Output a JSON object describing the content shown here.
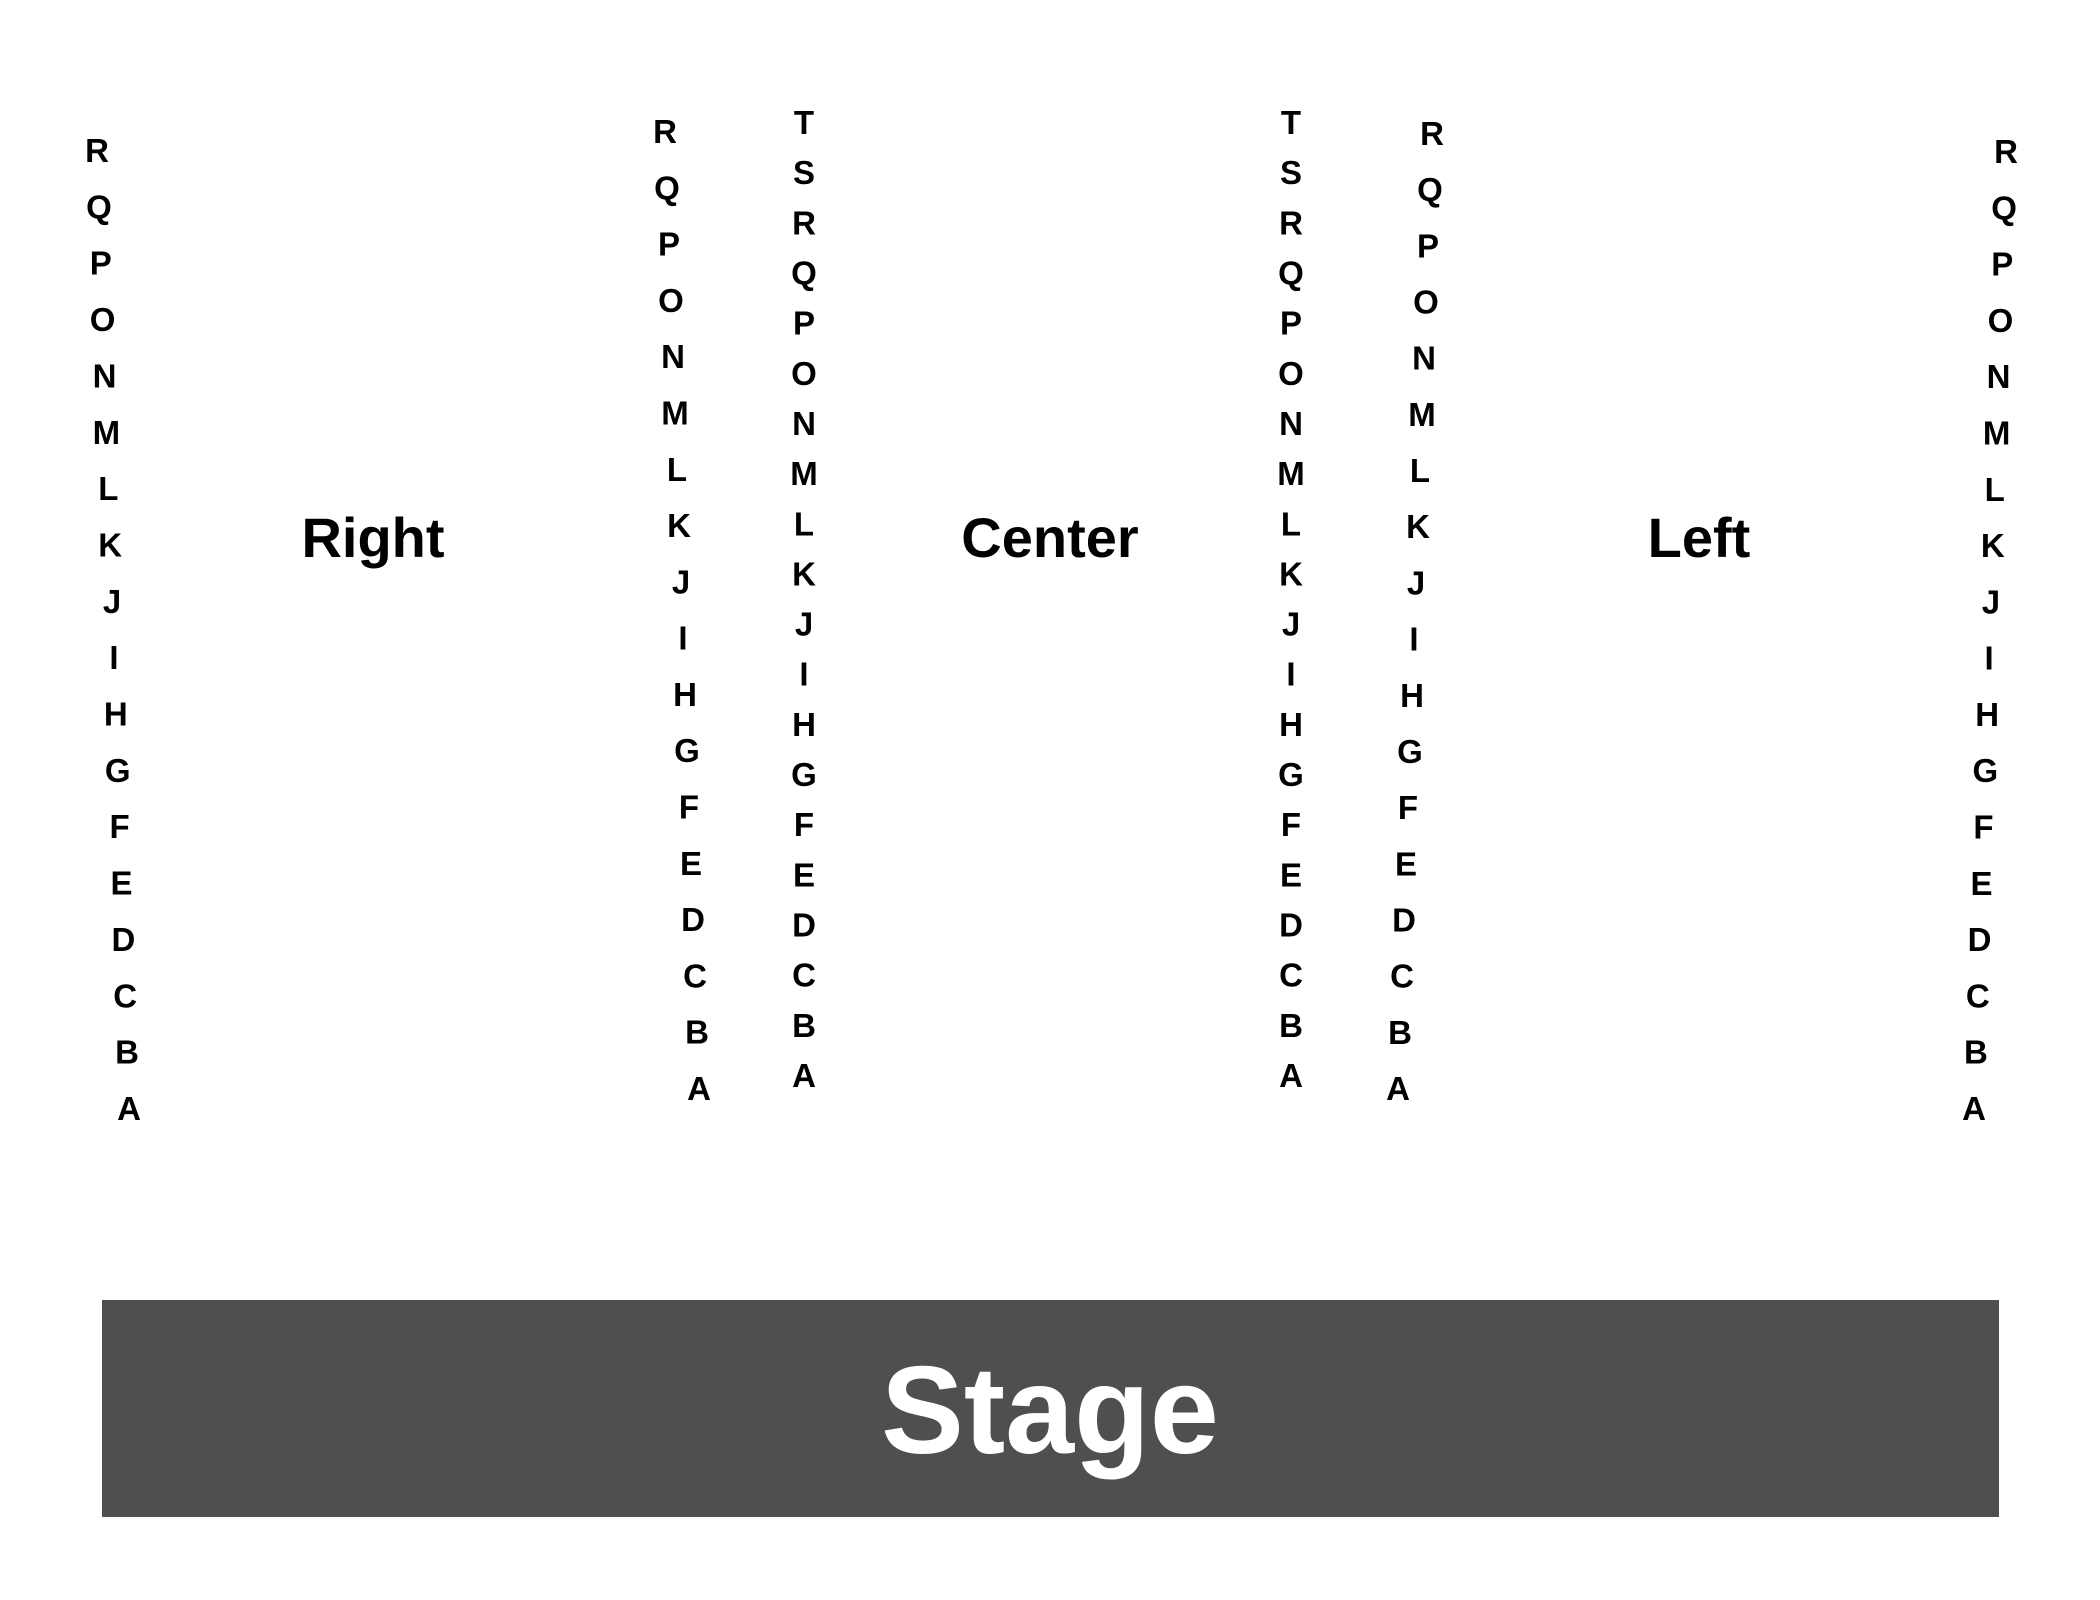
{
  "colors": {
    "stage_fill": "#4f4f4f",
    "stage_text": "#ffffff",
    "text": "#000000",
    "background": "#ffffff"
  },
  "sections": {
    "right": "Right",
    "center": "Center",
    "left": "Left"
  },
  "stage": {
    "label": "Stage"
  },
  "row_columns": [
    {
      "id": "right-outer",
      "rows": [
        "R",
        "Q",
        "P",
        "O",
        "N",
        "M",
        "L",
        "K",
        "J",
        "I",
        "H",
        "G",
        "F",
        "E",
        "D",
        "C",
        "B",
        "A"
      ]
    },
    {
      "id": "right-inner",
      "rows": [
        "R",
        "Q",
        "P",
        "O",
        "N",
        "M",
        "L",
        "K",
        "J",
        "I",
        "H",
        "G",
        "F",
        "E",
        "D",
        "C",
        "B",
        "A"
      ]
    },
    {
      "id": "center-right",
      "rows": [
        "T",
        "S",
        "R",
        "Q",
        "P",
        "O",
        "N",
        "M",
        "L",
        "K",
        "J",
        "I",
        "H",
        "G",
        "F",
        "E",
        "D",
        "C",
        "B",
        "A"
      ]
    },
    {
      "id": "center-left",
      "rows": [
        "T",
        "S",
        "R",
        "Q",
        "P",
        "O",
        "N",
        "M",
        "L",
        "K",
        "J",
        "I",
        "H",
        "G",
        "F",
        "E",
        "D",
        "C",
        "B",
        "A"
      ]
    },
    {
      "id": "left-inner",
      "rows": [
        "R",
        "Q",
        "P",
        "O",
        "N",
        "M",
        "L",
        "K",
        "J",
        "I",
        "H",
        "G",
        "F",
        "E",
        "D",
        "C",
        "B",
        "A"
      ]
    },
    {
      "id": "left-outer",
      "rows": [
        "R",
        "Q",
        "P",
        "O",
        "N",
        "M",
        "L",
        "K",
        "J",
        "I",
        "H",
        "G",
        "F",
        "E",
        "D",
        "C",
        "B",
        "A"
      ]
    }
  ]
}
